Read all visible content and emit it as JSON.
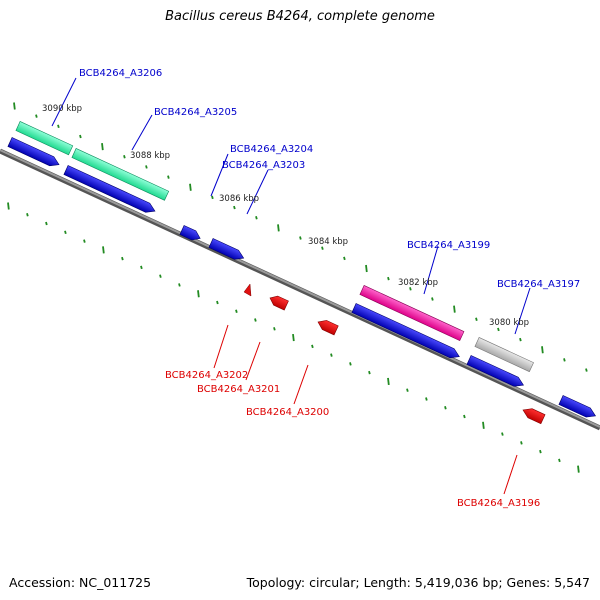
{
  "title": "Bacillus cereus B4264, complete genome",
  "accession": "Accession: NC_011725",
  "summary": "Topology: circular; Length: 5,419,036 bp; Genes: 5,547",
  "colors": {
    "forward_label": "#0000cc",
    "reverse_label": "#dd0000",
    "tick": "#228b22",
    "backbone": "#808080",
    "cds_forward": "#1a1adc",
    "cds_reverse": "#e01010"
  },
  "kbp_ticks": [
    "3090 kbp",
    "3088 kbp",
    "3086 kbp",
    "3084 kbp",
    "3082 kbp",
    "3080 kbp"
  ],
  "forward_labels": [
    "BCB4264_A3206",
    "BCB4264_A3205",
    "BCB4264_A3204",
    "BCB4264_A3203",
    "BCB4264_A3199",
    "BCB4264_A3197"
  ],
  "reverse_labels": [
    "BCB4264_A3202",
    "BCB4264_A3201",
    "BCB4264_A3200",
    "BCB4264_A3196"
  ]
}
